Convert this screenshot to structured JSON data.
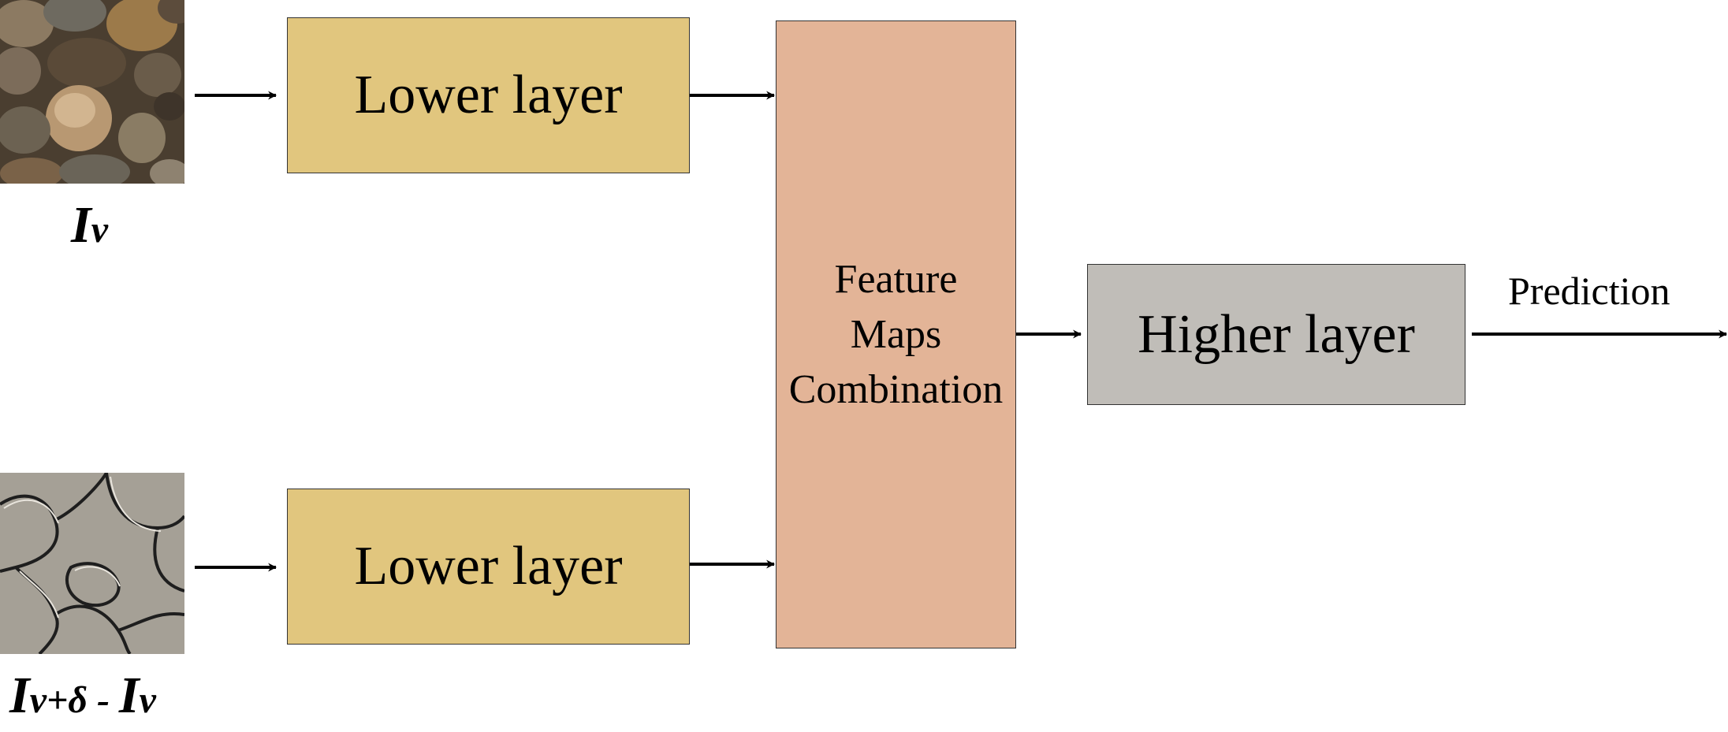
{
  "diagram": {
    "input_top": {
      "symbol": "I",
      "subscript": "v",
      "image": "pebbles-texture"
    },
    "input_bottom": {
      "symbol_a": "I",
      "subscript_a": "v+δ",
      "minus": " - ",
      "symbol_b": "I",
      "subscript_b": "v",
      "image": "pebbles-edge-difference"
    },
    "lower_layer_top": "Lower layer",
    "lower_layer_bottom": "Lower layer",
    "combination": {
      "line1": "Feature",
      "line2": "Maps",
      "line3": "Combination"
    },
    "higher_layer": "Higher layer",
    "output_label": "Prediction"
  },
  "colors": {
    "lower_layer": "#e1c67e",
    "combination": "#e3b497",
    "higher_layer": "#c0bdb8",
    "arrow": "#000000"
  }
}
